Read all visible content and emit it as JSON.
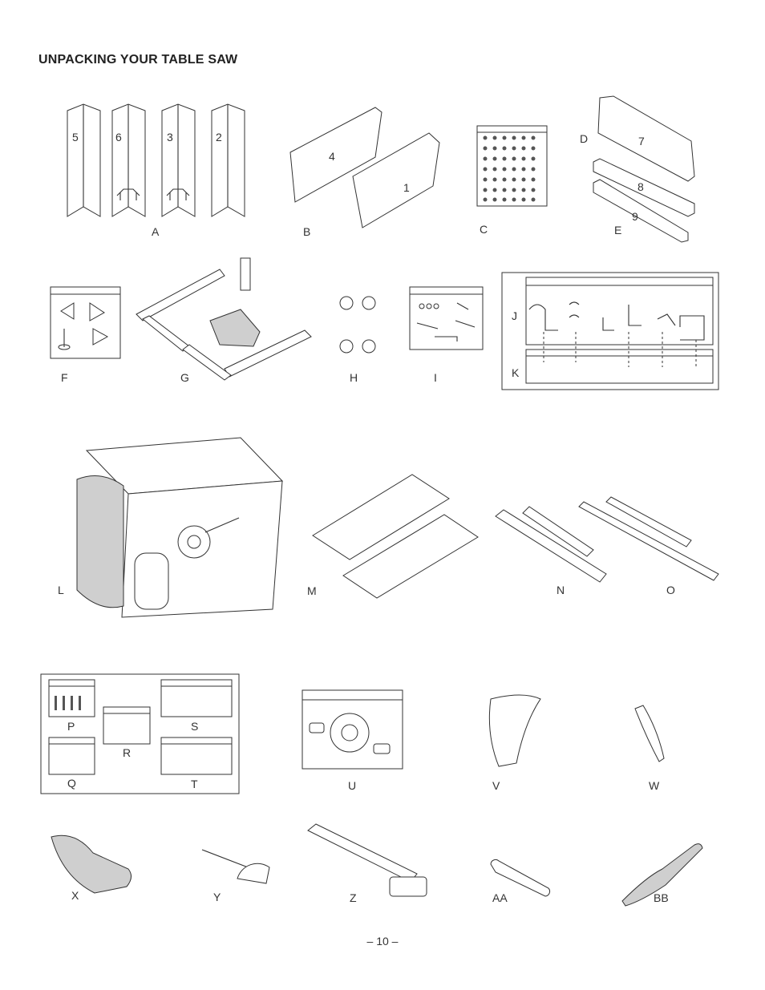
{
  "page": {
    "title": "UNPACKING YOUR TABLE SAW",
    "page_number": "– 10 –"
  },
  "parts": {
    "A": "A",
    "B": "B",
    "C": "C",
    "D": "D",
    "E": "E",
    "F": "F",
    "G": "G",
    "H": "H",
    "I": "I",
    "J": "J",
    "K": "K",
    "L": "L",
    "M": "M",
    "N": "N",
    "O": "O",
    "P": "P",
    "Q": "Q",
    "R": "R",
    "S": "S",
    "T": "T",
    "U": "U",
    "V": "V",
    "W": "W",
    "X": "X",
    "Y": "Y",
    "Z": "Z",
    "AA": "AA",
    "BB": "BB"
  },
  "numbers": {
    "leg5": "5",
    "leg6": "6",
    "leg3": "3",
    "leg2": "2",
    "brace4": "4",
    "brace1": "1",
    "rail7": "7",
    "rail8": "8",
    "rail9": "9"
  }
}
